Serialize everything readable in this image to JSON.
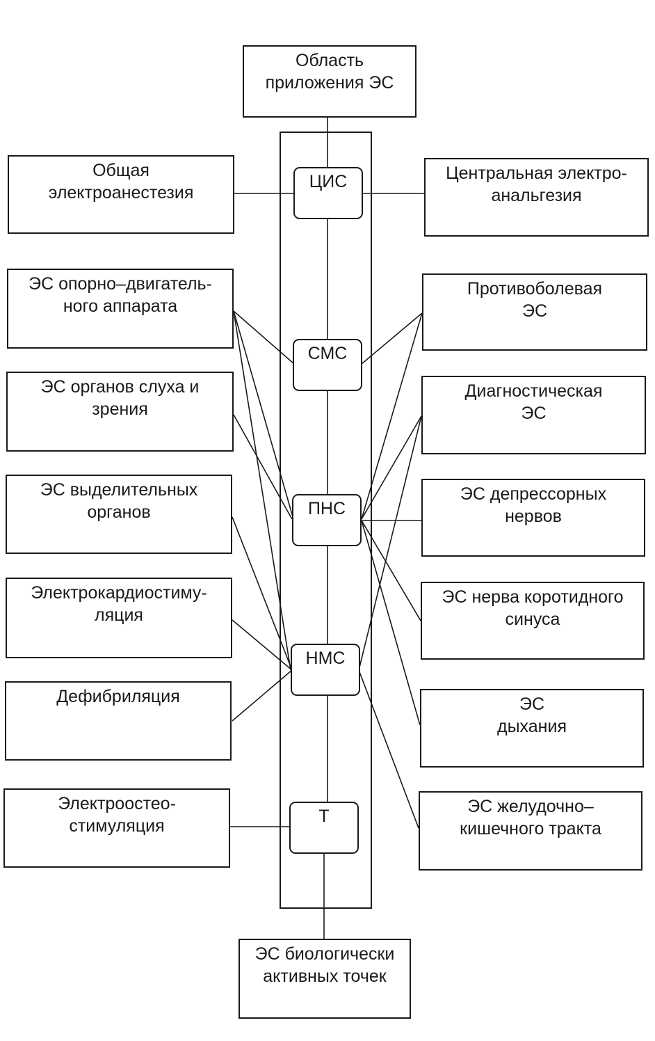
{
  "top": {
    "line1": "Область",
    "line2": "приложения ЭС"
  },
  "bottom": {
    "line1": "ЭС биологически",
    "line2": "активных точек"
  },
  "nodes": {
    "cis": "ЦИС",
    "sms": "СМС",
    "pns": "ПНС",
    "nms": "НМС",
    "t": "Т"
  },
  "left": [
    {
      "line1": "Общая",
      "line2": "электроанестезия"
    },
    {
      "line1": "ЭС опорно–двигатель-",
      "line2": "ного аппарата"
    },
    {
      "line1": "ЭС органов слуха и",
      "line2": "зрения"
    },
    {
      "line1": "ЭС выделительных",
      "line2": "органов"
    },
    {
      "line1": "Электрокардиостиму-",
      "line2": "ляция"
    },
    {
      "line1": "Дефибриляция",
      "line2": ""
    },
    {
      "line1": "Электроостео-",
      "line2": "стимуляция"
    }
  ],
  "right": [
    {
      "line1": "Центральная электро-",
      "line2": "анальгезия"
    },
    {
      "line1": "Противоболевая",
      "line2": "ЭС"
    },
    {
      "line1": "Диагностическая",
      "line2": "ЭС"
    },
    {
      "line1": "ЭС депрессорных",
      "line2": "нервов"
    },
    {
      "line1": "ЭС нерва коротидного",
      "line2": "синуса"
    },
    {
      "line1": "ЭС",
      "line2": "дыхания"
    },
    {
      "line1": "ЭС желудочно–",
      "line2": "кишечного тракта"
    }
  ]
}
